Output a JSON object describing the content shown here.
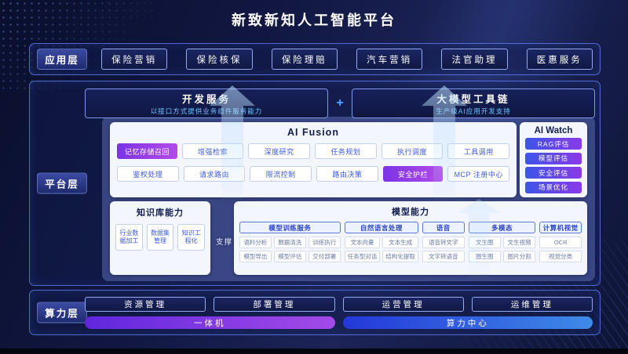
{
  "page": {
    "title": "新致新知人工智能平台"
  },
  "application": {
    "label": "应用层",
    "items": [
      "保险营销",
      "保险核保",
      "保险理赔",
      "汽车营销",
      "法官助理",
      "医惠服务"
    ]
  },
  "platform": {
    "label": "平台层",
    "dev_service": {
      "title": "开发服务",
      "subtitle": "以接口方式提供业务组件服务能力"
    },
    "plus": "+",
    "toolchain": {
      "title": "大模型工具链",
      "subtitle": "生产级AI应用开发支持"
    },
    "ai_fusion": {
      "title": "AI Fusion",
      "row1": [
        "记忆存储召回",
        "增强检索",
        "深度研究",
        "任务规划",
        "执行调度",
        "工具调用"
      ],
      "row2": [
        "鉴权处理",
        "请求路由",
        "限流控制",
        "路由决策",
        "安全护栏",
        "MCP 注册中心"
      ]
    },
    "ai_watch": {
      "title": "AI Watch",
      "items": [
        "RAG评估",
        "模型评估",
        "安全评估",
        "场景优化"
      ]
    },
    "knowledge": {
      "title": "知识库能力",
      "items": [
        "行业数据加工",
        "数据集管理",
        "知识工程化"
      ]
    },
    "support_label": "支撑",
    "model": {
      "title": "模型能力",
      "groups": [
        {
          "name": "模型训练服务",
          "items": [
            "语料分析",
            "数据清洗",
            "训练执行",
            "模型导出",
            "模型评估",
            "交付部署"
          ]
        },
        {
          "name": "自然语言处理",
          "items": [
            "文本向量",
            "文本生成",
            "任务型对话",
            "结构化提取"
          ]
        },
        {
          "name": "语音",
          "items": [
            "语音转文字",
            "文字转语音"
          ]
        },
        {
          "name": "多模态",
          "items": [
            "文生图",
            "文生视频",
            "图生图",
            "图片分割"
          ]
        },
        {
          "name": "计算机视觉",
          "items": [
            "OCR",
            "视觉分类"
          ]
        }
      ]
    }
  },
  "computing": {
    "label": "算力层",
    "items": [
      "资源管理",
      "部署管理",
      "运营管理",
      "运维管理"
    ],
    "bars": [
      "一体机",
      "算力中心"
    ]
  },
  "colors": {
    "accent_purple": "#8a3ae8",
    "accent_blue": "#2f6fe8",
    "chip_text": "#3a5ae0",
    "panel_bg": "#f4f6fd",
    "background": "#0d1338"
  }
}
